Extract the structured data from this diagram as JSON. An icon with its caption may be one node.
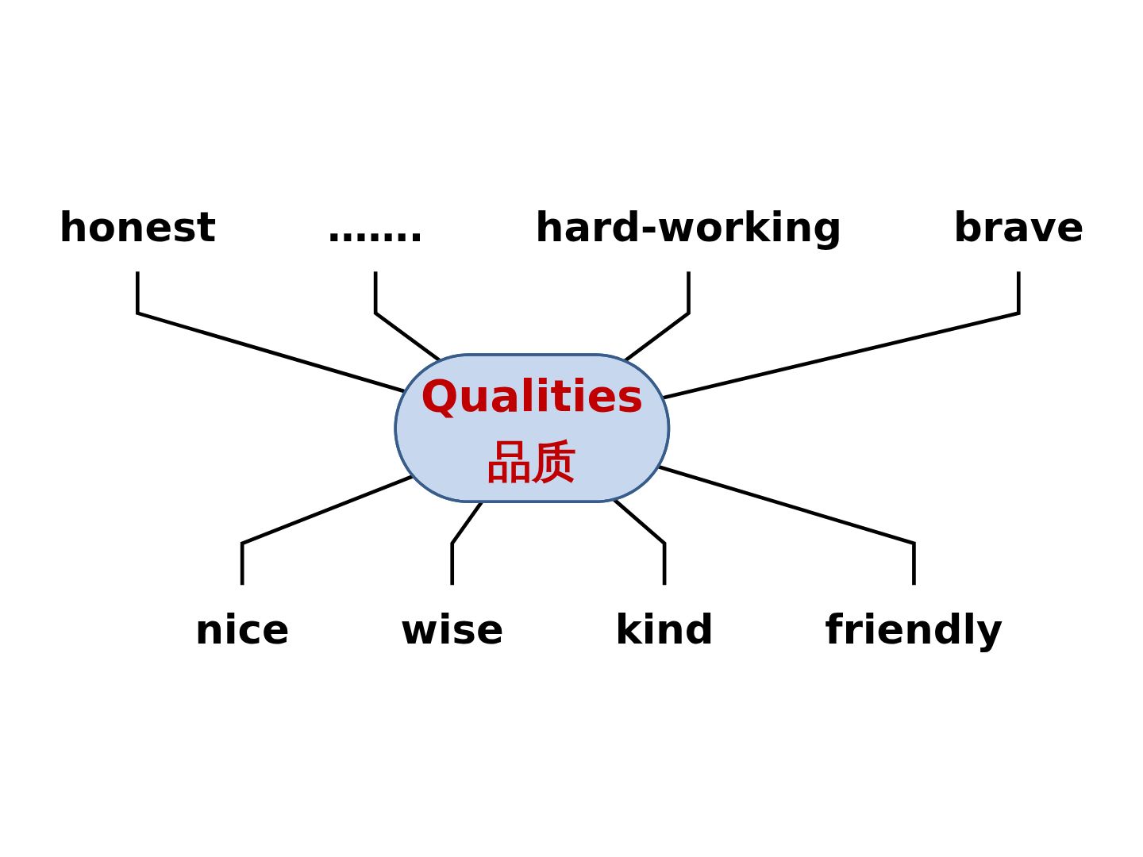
{
  "diagram": {
    "nodes": [
      {
        "text": [
          "honest"
        ]
      },
      {
        "text": [
          "……."
        ]
      },
      {
        "text": [
          "hard-working"
        ]
      },
      {
        "text": [
          "brave"
        ]
      },
      {
        "text": [
          "Qualities",
          "品质"
        ]
      },
      {
        "text": [
          "nice"
        ]
      },
      {
        "text": [
          "wise"
        ]
      },
      {
        "text": [
          "kind"
        ]
      },
      {
        "text": [
          "friendly"
        ]
      }
    ],
    "edges": [
      {
        "from": 0,
        "to": 4,
        "arrow": "none"
      },
      {
        "from": 1,
        "to": 4,
        "arrow": "none"
      },
      {
        "from": 2,
        "to": 4,
        "arrow": "none"
      },
      {
        "from": 3,
        "to": 4,
        "arrow": "none"
      },
      {
        "from": 4,
        "to": 5,
        "arrow": "none"
      },
      {
        "from": 4,
        "to": 6,
        "arrow": "none"
      },
      {
        "from": 4,
        "to": 7,
        "arrow": "none"
      },
      {
        "from": 4,
        "to": 8,
        "arrow": "none"
      }
    ]
  }
}
